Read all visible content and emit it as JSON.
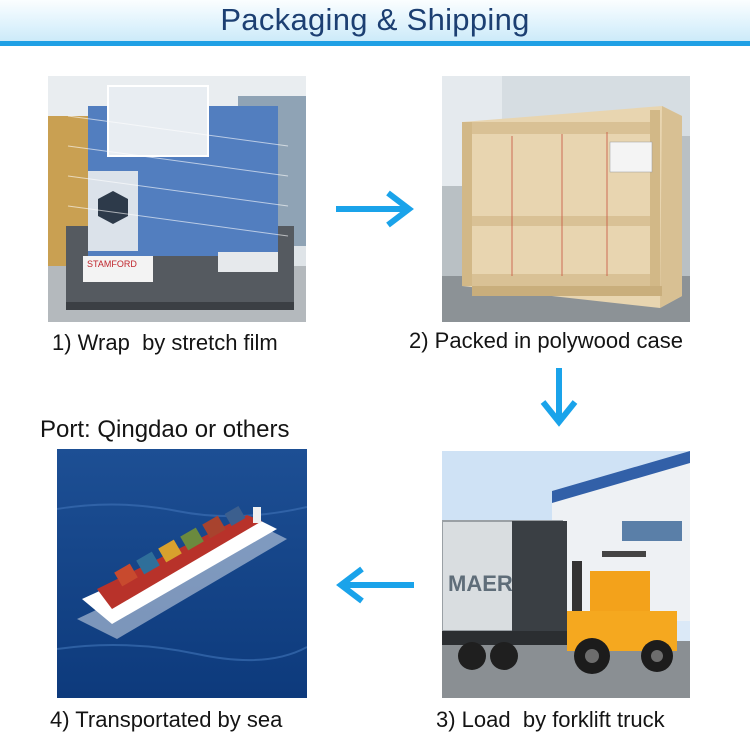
{
  "header": {
    "title": "Packaging & Shipping"
  },
  "steps": [
    {
      "caption": "1) Wrap  by stretch film"
    },
    {
      "caption": "2) Packed in polywood case"
    },
    {
      "caption": "3) Load  by forklift truck"
    },
    {
      "caption": "4) Transportated by sea"
    }
  ],
  "port_label": "Port: Qingdao or others",
  "photo_labels": {
    "generator_brand": "STAMFORD",
    "container_text": "MAERSK"
  },
  "colors": {
    "accent": "#1fa0e5",
    "title": "#1c3f72",
    "arrow": "#1aa3ea"
  }
}
